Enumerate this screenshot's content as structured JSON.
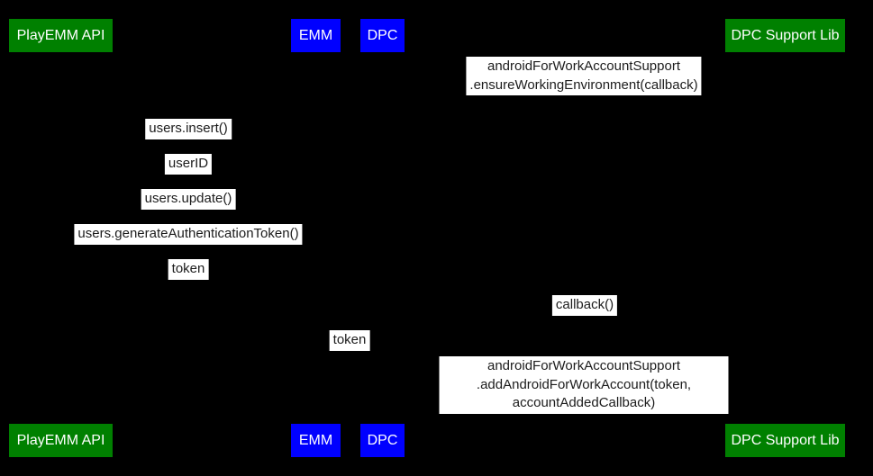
{
  "diagram": {
    "type": "sequence-diagram",
    "background_color": "#000000",
    "label_background_color": "#ffffff",
    "label_text_color": "#1c1c1c",
    "participant_text_color": "#ffffff",
    "participant_green": "#008000",
    "participant_blue": "#0000ff"
  },
  "participants": [
    {
      "label": "PlayEMM API",
      "color": "#008000"
    },
    {
      "label": "EMM",
      "color": "#0000ff"
    },
    {
      "label": "DPC",
      "color": "#0000ff"
    },
    {
      "label": "DPC Support Lib",
      "color": "#008000"
    }
  ],
  "messages": [
    {
      "from": "DPC",
      "to": "DPC Support Lib",
      "label": "androidForWorkAccountSupport\n.ensureWorkingEnvironment(callback)"
    },
    {
      "from": "PlayEMM API",
      "to": "EMM",
      "label": "users.insert()"
    },
    {
      "from": "PlayEMM API",
      "to": "EMM",
      "label": "userID"
    },
    {
      "from": "PlayEMM API",
      "to": "EMM",
      "label": "users.update()"
    },
    {
      "from": "PlayEMM API",
      "to": "EMM",
      "label": "users.generateAuthenticationToken()"
    },
    {
      "from": "PlayEMM API",
      "to": "EMM",
      "label": "token"
    },
    {
      "from": "DPC",
      "to": "DPC Support Lib",
      "label": "callback()"
    },
    {
      "from": "EMM",
      "to": "DPC",
      "label": "token"
    },
    {
      "from": "DPC",
      "to": "DPC Support Lib",
      "label": "androidForWorkAccountSupport\n.addAndroidForWorkAccount(token, accountAddedCallback)"
    }
  ]
}
